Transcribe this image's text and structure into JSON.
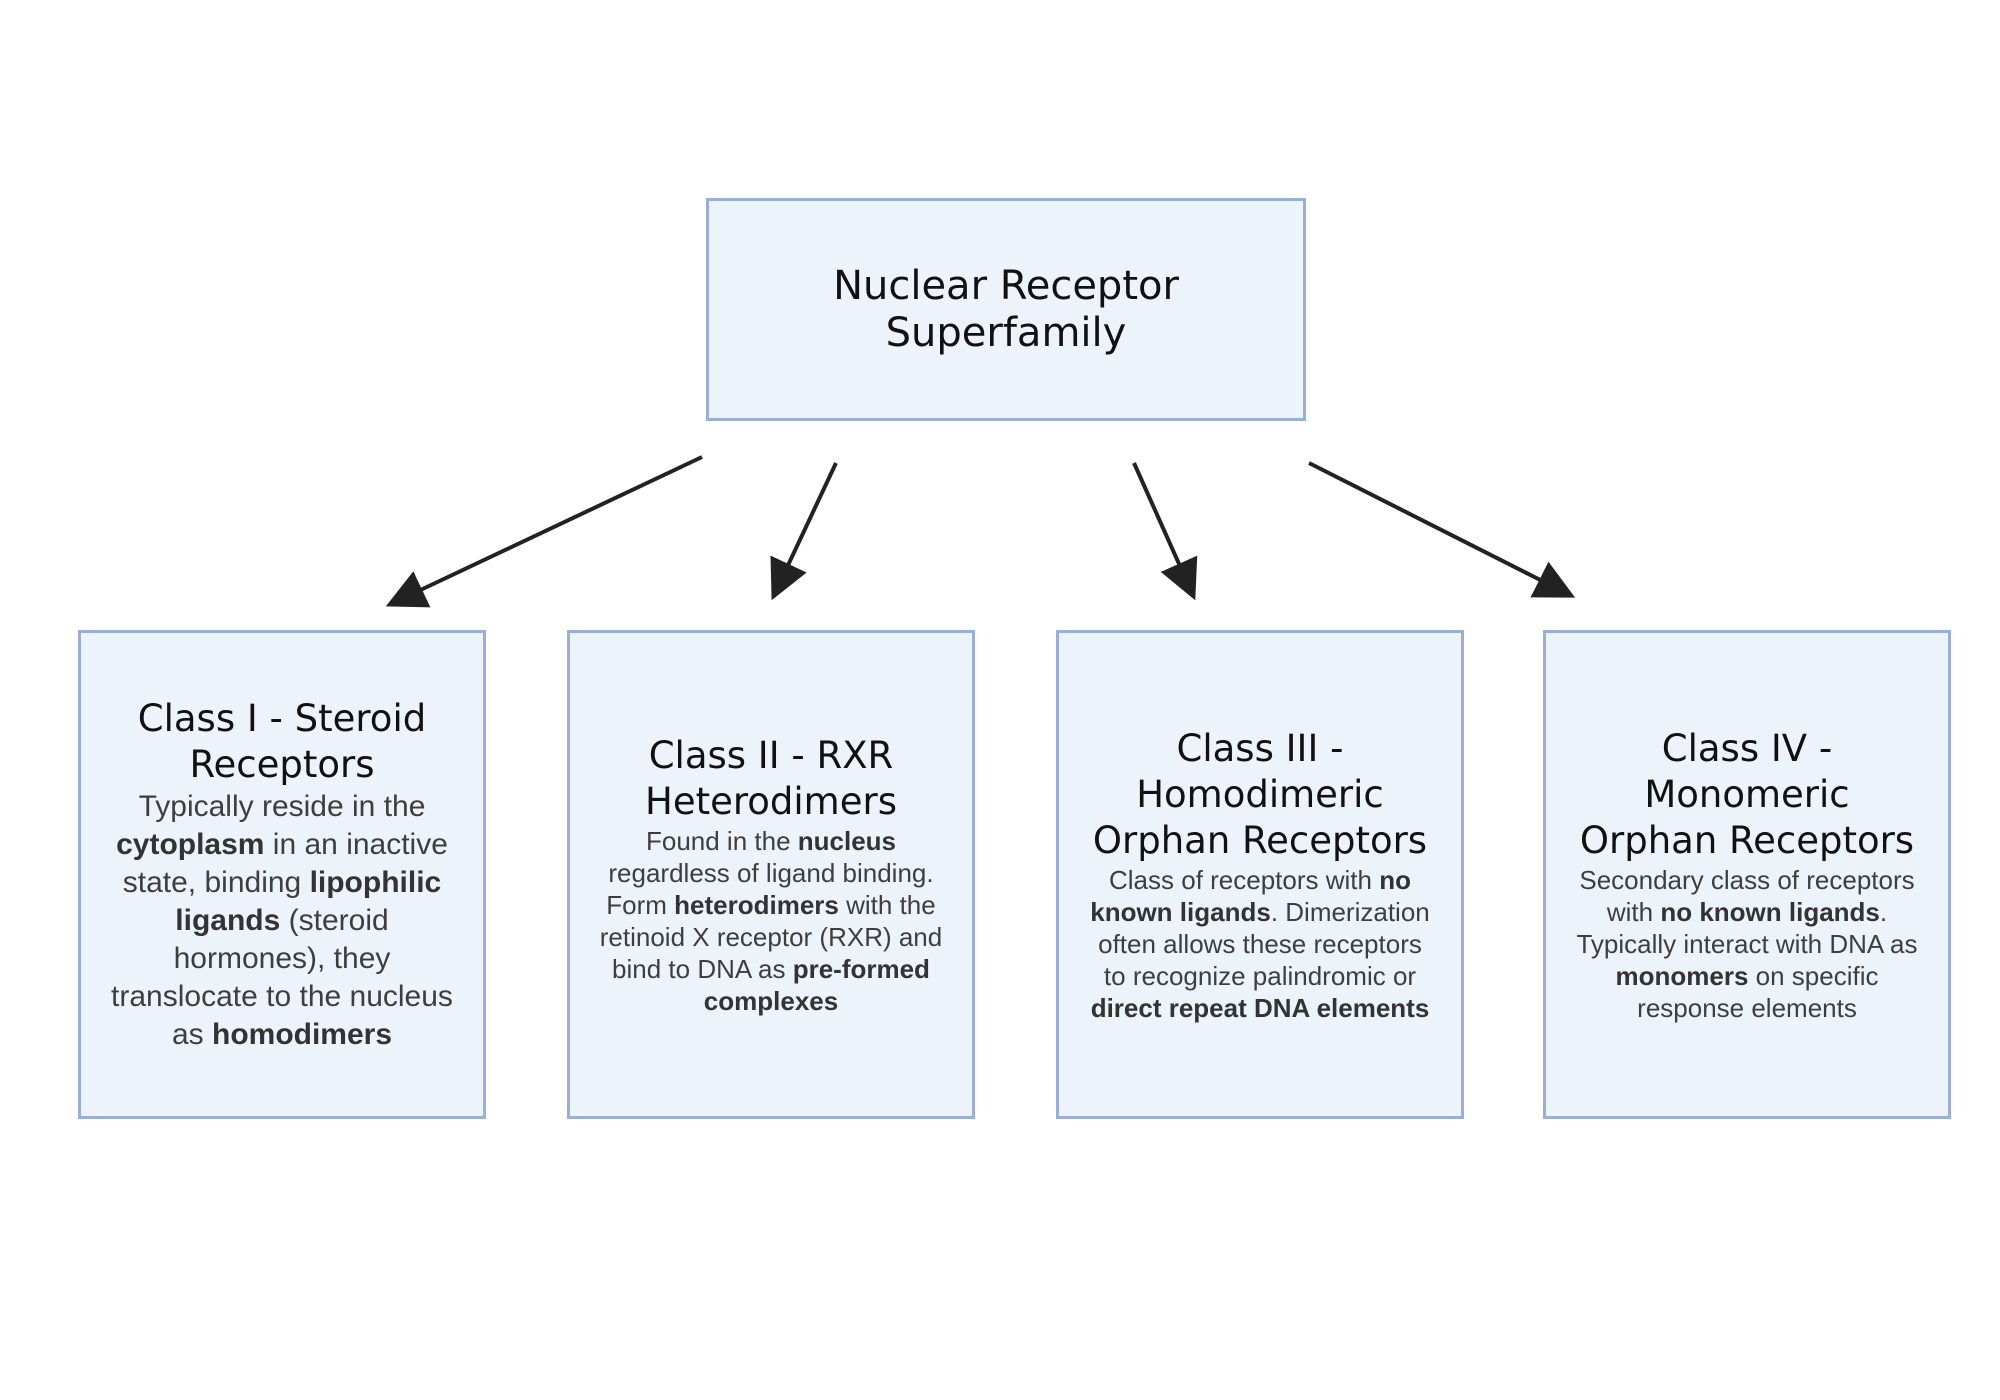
{
  "root": {
    "title_line1": "Nuclear Receptor",
    "title_line2": "Superfamily"
  },
  "classes": [
    {
      "title": "Class I - Steroid Receptors",
      "desc": [
        {
          "text": "Typically reside in the ",
          "bold": false
        },
        {
          "text": "cytoplasm",
          "bold": true
        },
        {
          "text": " in an inactive state, binding ",
          "bold": false
        },
        {
          "text": "lipophilic ligands",
          "bold": true
        },
        {
          "text": " (steroid hormones), they translocate to the nucleus as ",
          "bold": false
        },
        {
          "text": "homodimers",
          "bold": true
        }
      ]
    },
    {
      "title": "Class II - RXR Heterodimers",
      "desc": [
        {
          "text": "Found in the ",
          "bold": false
        },
        {
          "text": "nucleus",
          "bold": true
        },
        {
          "text": " regardless of ligand binding. Form ",
          "bold": false
        },
        {
          "text": "heterodimers",
          "bold": true
        },
        {
          "text": " with the retinoid X receptor (RXR) and bind to DNA as ",
          "bold": false
        },
        {
          "text": "pre-formed complexes",
          "bold": true
        }
      ]
    },
    {
      "title": "Class III - Homodimeric Orphan Receptors",
      "desc": [
        {
          "text": "Class of receptors with ",
          "bold": false
        },
        {
          "text": "no known ligands",
          "bold": true
        },
        {
          "text": ". Dimerization often allows these receptors to recognize palindromic or ",
          "bold": false
        },
        {
          "text": "direct repeat DNA elements",
          "bold": true
        }
      ]
    },
    {
      "title": "Class IV - Monomeric Orphan Receptors",
      "desc": [
        {
          "text": "Secondary class of receptors with ",
          "bold": false
        },
        {
          "text": "no known ligands",
          "bold": true
        },
        {
          "text": ". Typically interact with DNA as ",
          "bold": false
        },
        {
          "text": "monomers",
          "bold": true
        },
        {
          "text": " on specific response elements",
          "bold": false
        }
      ]
    }
  ],
  "colors": {
    "box_fill": "#edf3fb",
    "box_border": "#9aafd8",
    "arrow": "#222222"
  }
}
